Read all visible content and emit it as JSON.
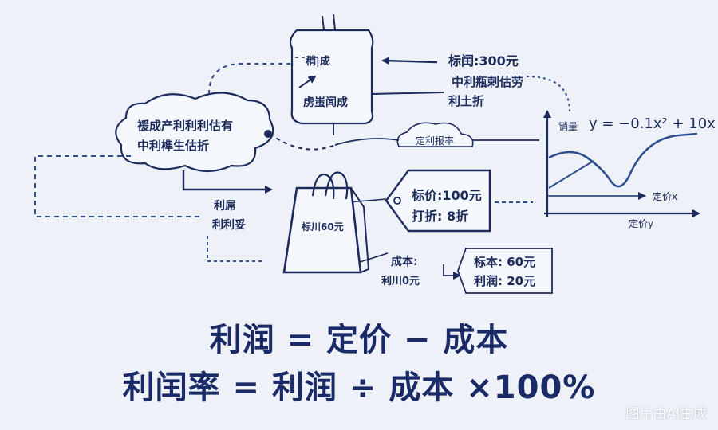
{
  "labels": {
    "top_box_line1": "稍|成",
    "top_box_line2": "虏蚩闻成",
    "top_right_1": "标闰:300元",
    "top_right_2": "中利瓶剌估劳",
    "top_right_3": "利土折",
    "left_cloud_1": "褑成产利利利估有",
    "left_cloud_2": "中利榫生估折",
    "mid_cloud": "定利报率",
    "left_small_1": "利屌",
    "left_small_2": "利利妥",
    "bag_label": "标川60元",
    "tag_line1": "标价:100元",
    "tag_line2": "打折: 8折",
    "cost_1": "成本:",
    "cost_2": "利川0元",
    "result_line1": "标本: 60元",
    "result_line2": "利润: 20元",
    "graph_ylabel": "销量",
    "graph_equation": "y = −0.1x² + 10x",
    "graph_x1": "定价x",
    "graph_x2": "定价y"
  },
  "formulas": {
    "line1": "利润 = 定价 − 成本",
    "line2": "利闰率 = 利润 ÷ 成本 ×100%"
  },
  "watermark": "图片由AI生成",
  "colors": {
    "ink": "#1c2b5c",
    "accent": "#2e4f8f",
    "background": "#eef2f8"
  }
}
